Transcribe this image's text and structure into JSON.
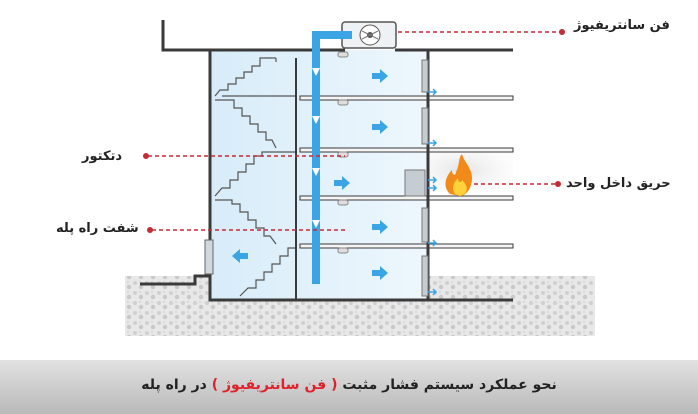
{
  "labels": {
    "fan": "فن سانتریفیوژ",
    "detector": "دتکتور",
    "fire": "حریق داخل واحد",
    "shaft": "شفت راه پله"
  },
  "caption": {
    "part1": "نحو عملکرد سیستم فشار مثبت",
    "highlight": "( فن سانتریفیوژ )",
    "part2": "در راه پله"
  },
  "colors": {
    "duct": "#3aa4e4",
    "arrow": "#3aa4e4",
    "leader": "#c62a36",
    "highlight": "#e0202a",
    "wall": "#3a3a3a",
    "stair_fill": "#dff0fb"
  }
}
